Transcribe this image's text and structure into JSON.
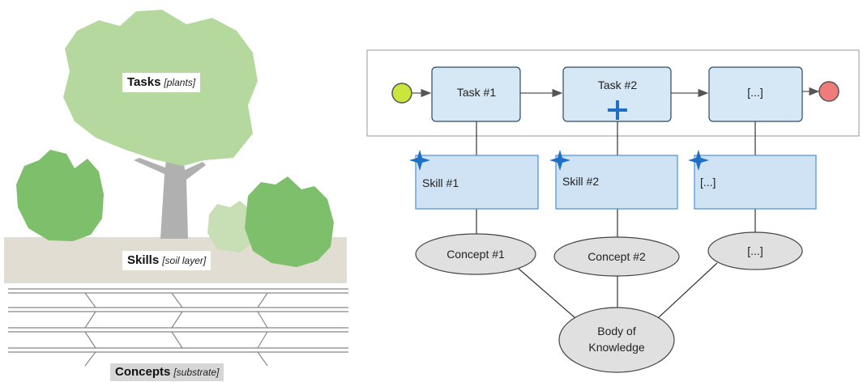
{
  "metaphor": {
    "tasks": {
      "label": "Tasks",
      "note": "[plants]"
    },
    "skills": {
      "label": "Skills",
      "note": "[soil layer]"
    },
    "concepts": {
      "label": "Concepts",
      "note": "[substrate]"
    }
  },
  "diagram": {
    "tasks": [
      "Task #1",
      "Task #2",
      "[...]"
    ],
    "skills": [
      "Skill #1",
      "Skill #2",
      "[...]"
    ],
    "concepts": [
      "Concept #1",
      "Concept #2",
      "[...]"
    ],
    "body_of_knowledge": {
      "line1": "Body of",
      "line2": "Knowledge"
    }
  },
  "colors": {
    "foliage_light": "#b5d89f",
    "foliage_dark": "#7dbf6a",
    "trunk": "#b0b0b0",
    "soil": "#e2ddd3",
    "task_fill": "#d6e7f5",
    "task_border": "#2e4a66",
    "skill_fill": "#cfe3f5",
    "skill_border": "#4a90d9",
    "ellipse_fill": "#e0e0e0",
    "start_event": "#c8e63c",
    "end_event": "#ef7b7b",
    "marker": "#1f6fc5"
  },
  "icons": [
    "start-event-icon",
    "end-event-icon",
    "plus-icon",
    "sparkle-icon"
  ]
}
